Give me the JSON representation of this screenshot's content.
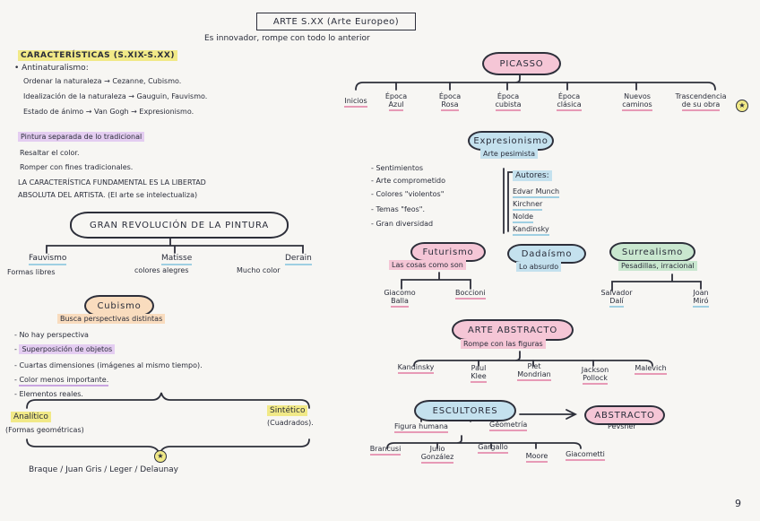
{
  "header": {
    "title": "ARTE S.XX (Arte Europeo)",
    "subtitle": "Es innovador, rompe con todo lo anterior"
  },
  "left": {
    "caracteristicas": {
      "title": "CARACTERÍSTICAS (S.XIX-S.XX)",
      "antinaturalismo": "Antinaturalismo:",
      "items": [
        "Ordenar la naturaleza → Cezanne, Cubismo.",
        "Idealización de la naturaleza → Gauguin, Fauvismo.",
        "Estado de ánimo → Van Gogh → Expresionismo."
      ],
      "pintura": "Pintura separada de lo tradicional",
      "resaltar": "Resaltar el color.",
      "romper": "Romper con fines tradicionales.",
      "fundamental_1": "LA CARACTERÍSTICA FUNDAMENTAL ES LA LIBERTAD",
      "fundamental_2": "ABSOLUTA DEL ARTISTA. (El arte se intelectualiza)"
    },
    "revolucion": {
      "title": "GRAN REVOLUCIÓN DE LA PINTURA",
      "fauvismo": "Fauvismo",
      "fauvismo_desc": "Formas libres",
      "matisse": "Matisse",
      "matisse_desc": "colores alegres",
      "derain": "Derain",
      "derain_desc": "Mucho color"
    },
    "cubismo": {
      "title": "Cubismo",
      "subtitle": "Busca perspectivas distintas",
      "items": [
        "No hay perspectiva",
        "Superposición de objetos",
        "Cuartas dimensiones (imágenes al mismo tiempo).",
        "Color menos importante.",
        "Elementos reales."
      ],
      "analitico": "Analítico",
      "analitico_desc": "(Formas geométricas)",
      "sintetico": "Sintético",
      "sintetico_desc": "(Cuadrados).",
      "artists": "Braque / Juan Gris / Leger / Delaunay"
    }
  },
  "right": {
    "picasso": {
      "title": "PICASSO",
      "epochs": [
        {
          "l1": "Inicios",
          "l2": ""
        },
        {
          "l1": "Época",
          "l2": "Azul"
        },
        {
          "l1": "Época",
          "l2": "Rosa"
        },
        {
          "l1": "Época",
          "l2": "cubista"
        },
        {
          "l1": "Época",
          "l2": "clásica"
        },
        {
          "l1": "Nuevos",
          "l2": "caminos"
        },
        {
          "l1": "Trascendencia",
          "l2": "de su obra"
        }
      ]
    },
    "expresionismo": {
      "title": "Expresionismo",
      "subtitle": "Arte pesimista",
      "items": [
        "Sentimientos",
        "Arte comprometido",
        "Colores \"violentos\"",
        "Temas \"feos\".",
        "Gran diversidad"
      ],
      "autores_label": "Autores:",
      "autores": [
        "Edvar Munch",
        "Kirchner",
        "Nolde",
        "Kandinsky"
      ]
    },
    "futurismo": {
      "title": "Futurismo",
      "desc": "Las cosas como son",
      "artist1": "Giacomo",
      "artist1b": "Balla",
      "artist2": "Boccioni"
    },
    "dadaismo": {
      "title": "Dadaísmo",
      "desc": "Lo absurdo"
    },
    "surrealismo": {
      "title": "Surrealismo",
      "desc": "Pesadillas, irracional",
      "artist1": "Salvador",
      "artist1b": "Dalí",
      "artist2": "Joan",
      "artist2b": "Miró"
    },
    "abstracto": {
      "title": "ARTE ABSTRACTO",
      "subtitle": "Rompe con las figuras",
      "artists": [
        {
          "l1": "Kandinsky",
          "l2": ""
        },
        {
          "l1": "Paul",
          "l2": "Klee"
        },
        {
          "l1": "Piet",
          "l2": "Mondrian"
        },
        {
          "l1": "Jackson",
          "l2": "Pollock"
        },
        {
          "l1": "Malevich",
          "l2": ""
        }
      ]
    },
    "escultores": {
      "title": "ESCULTORES",
      "figura": "Figura humana",
      "geometria": "Geometría",
      "abstracto": "ABSTRACTO",
      "pevsner": "Pevsner",
      "artists": [
        {
          "l1": "Brancusi",
          "l2": ""
        },
        {
          "l1": "Julio",
          "l2": "González"
        },
        {
          "l1": "Gargallo",
          "l2": ""
        },
        {
          "l1": "Moore",
          "l2": ""
        },
        {
          "l1": "Giacometti",
          "l2": ""
        }
      ]
    }
  },
  "page_number": "9",
  "colors": {
    "yellow": "#f1e987",
    "purple": "#e4cdf1",
    "orange": "#f9dcbe",
    "pink": "#f5c6d6",
    "green": "#c9e7cf",
    "blue": "#c4e1ee"
  }
}
